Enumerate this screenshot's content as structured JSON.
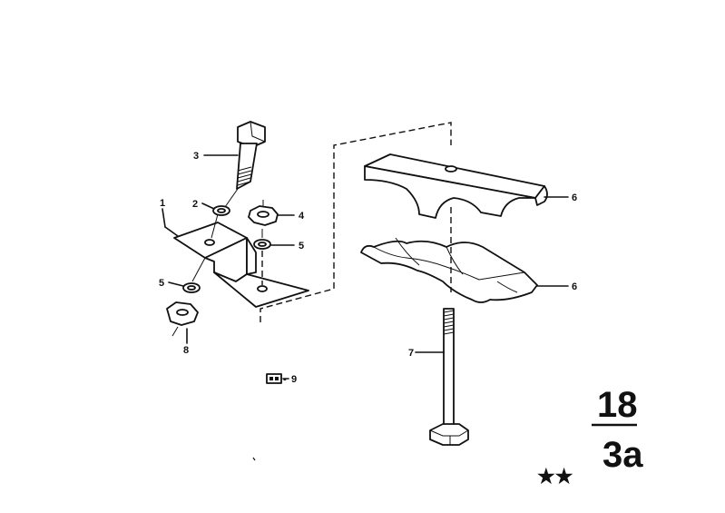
{
  "callouts": {
    "bracket": "1",
    "washer_upper": "2",
    "bolt_short": "3",
    "nut_upper": "4",
    "washer_right": "5",
    "washer_left": "5",
    "clamp_upper": "6",
    "clamp_lower": "6",
    "bolt_long": "7",
    "nut_lower": "8",
    "kit": "9"
  },
  "kit_dash": "-",
  "page_ref": {
    "numerator": "18",
    "denominator": "3a"
  },
  "stars": "★★"
}
